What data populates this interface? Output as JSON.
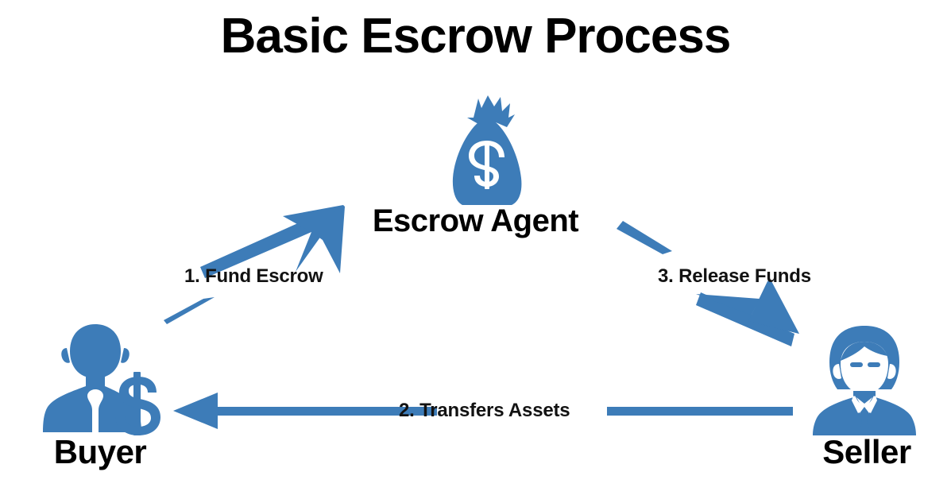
{
  "title": "Basic Escrow Process",
  "colors": {
    "accent_blue": "#3d7cb8",
    "text_black": "#000000",
    "background": "#ffffff"
  },
  "nodes": [
    {
      "id": "escrow-agent",
      "label": "Escrow Agent",
      "icon": "money-bag-icon"
    },
    {
      "id": "buyer",
      "label": "Buyer",
      "icon": "buyer-person-dollar-icon"
    },
    {
      "id": "seller",
      "label": "Seller",
      "icon": "seller-person-icon"
    }
  ],
  "escrow_agent": {
    "label": "Escrow Agent"
  },
  "buyer": {
    "label": "Buyer"
  },
  "seller": {
    "label": "Seller"
  },
  "steps": [
    {
      "number": "1.",
      "label": "1. Fund Escrow",
      "from": "buyer",
      "to": "escrow-agent",
      "direction": "up-right"
    },
    {
      "number": "2.",
      "label": "2. Transfers Assets",
      "from": "seller",
      "to": "buyer",
      "direction": "left"
    },
    {
      "number": "3.",
      "label": "3.  Release Funds",
      "from": "escrow-agent",
      "to": "seller",
      "direction": "down-right"
    }
  ],
  "step1": {
    "label": "1. Fund Escrow"
  },
  "step2": {
    "label": "2. Transfers Assets"
  },
  "step3": {
    "label": "3.  Release Funds"
  }
}
